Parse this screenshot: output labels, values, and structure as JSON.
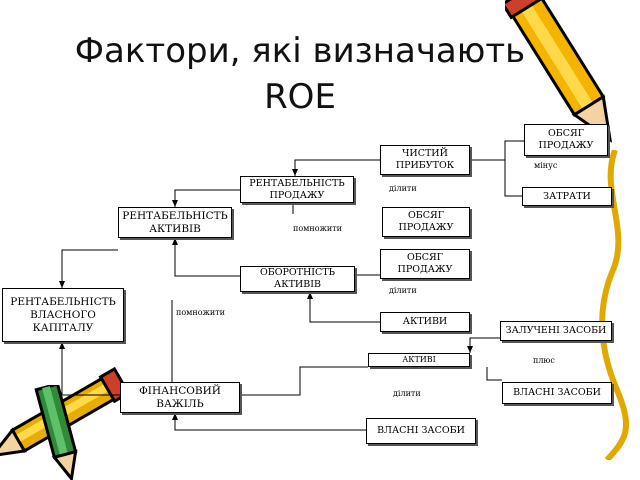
{
  "title": "Фактори, які визначають ROE",
  "boxes": {
    "obsyag1": "ОБСЯГ\nПРОДАЖУ",
    "chystyi": "ЧИСТИЙ\nПРИБУТОК",
    "zatraty": "ЗАТРАТИ",
    "rent_prodazhu": "РЕНТАБЕЛЬНІСТЬ\nПРОДАЖУ",
    "obsyag2": "ОБСЯГ\nПРОДАЖУ",
    "rent_aktyviv": "РЕНТАБЕЛЬНІСТЬ\nАКТИВІВ",
    "obsyag3": "ОБСЯГ\nПРОДАЖУ",
    "oborotnist": "ОБОРОТНІСТЬ АКТИВІВ",
    "rent_kapitalu": "РЕНТАБЕЛЬНІСТЬ\nВЛАСНОГО\nКАПІТАЛУ",
    "aktyvy1": "АКТИВИ",
    "zalucheni": "ЗАЛУЧЕНІ ЗАСОБИ",
    "aktyvi2": "АКТИВІ",
    "finansovyi": "ФІНАНСОВИЙ\nВАЖІЛЬ",
    "vlasni1": "ВЛАСНІ ЗАСОБИ",
    "vlasni2": "ВЛАСНІ ЗАСОБИ"
  },
  "labels": {
    "minus": "мінус",
    "dilyty1": "ділити",
    "pomnozhyty1": "помножити",
    "dilyty2": "ділити",
    "pomnozhyty2": "помножити",
    "plus": "плюс",
    "dilyty3": "ділити"
  },
  "decorations": [
    "pencil-icon",
    "pencil-icon",
    "pencil-icon"
  ]
}
